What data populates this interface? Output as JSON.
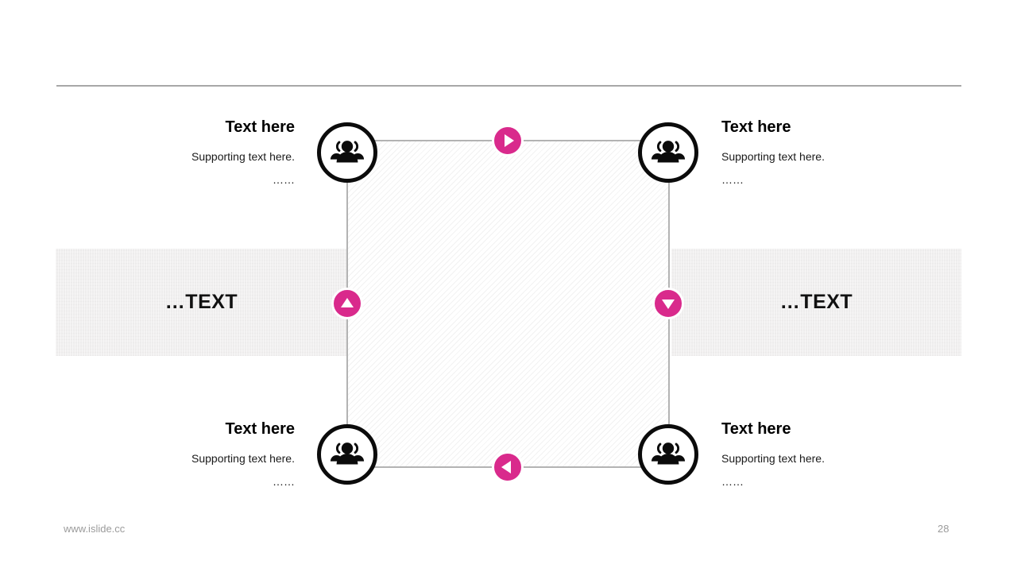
{
  "colors": {
    "accent_pink": "#d92a8c",
    "divider_gray": "#a8a8a8",
    "band_gray": "#f0efef",
    "square_border_gray": "#b3b3b3",
    "footer_gray": "#9b9b9b"
  },
  "bands": {
    "left_label": "…TEXT",
    "right_label": "…TEXT"
  },
  "blocks": {
    "top_left": {
      "title": "Text here",
      "supporting": "Supporting text here.",
      "more": "……"
    },
    "top_right": {
      "title": "Text here",
      "supporting": "Supporting text here.",
      "more": "……"
    },
    "bottom_left": {
      "title": "Text here",
      "supporting": "Supporting text here.",
      "more": "……"
    },
    "bottom_right": {
      "title": "Text here",
      "supporting": "Supporting text here.",
      "more": "……"
    }
  },
  "icons": {
    "node_icon": "people-group-icon",
    "arrow_top": "triangle-right-icon",
    "arrow_right": "triangle-down-icon",
    "arrow_bottom": "triangle-left-icon",
    "arrow_left": "triangle-up-icon"
  },
  "footer": {
    "url": "www.islide.cc",
    "page_number": "28"
  }
}
